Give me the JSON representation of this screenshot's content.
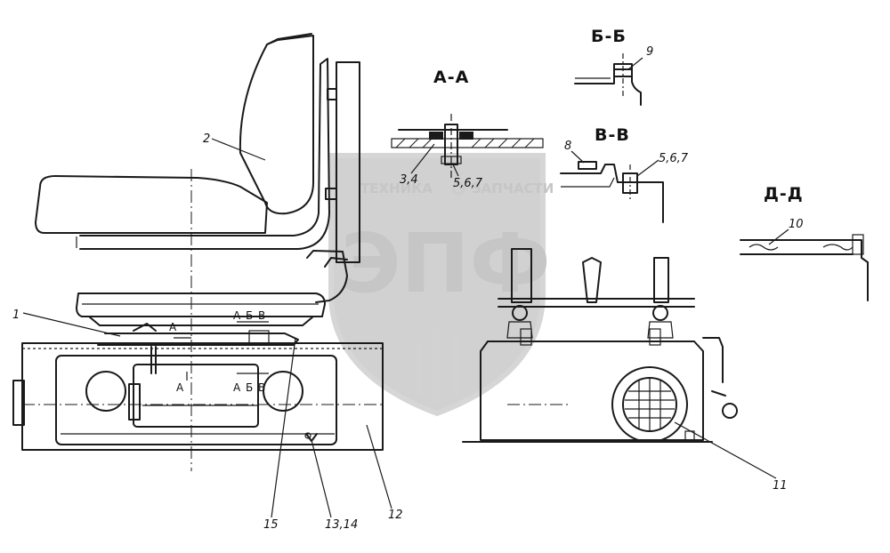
{
  "watermark": {
    "brand": "ЭПФ",
    "left_word": "ТЕХНИКА",
    "right_word": "ЗАПЧАСТИ"
  },
  "sections": {
    "aa": "А-А",
    "bb": "Б-Б",
    "vv": "В-В",
    "dd": "Д-Д"
  },
  "callouts": {
    "c1": "1",
    "c2": "2",
    "c3_4": "3,4",
    "c5_6_7_a": "5,6,7",
    "c5_6_7_b": "5,6,7",
    "c8": "8",
    "c9": "9",
    "c10": "10",
    "c11": "11",
    "c12": "12",
    "c13_14": "13,14",
    "c15": "15"
  },
  "section_marks": {
    "a_top_left": "А",
    "a_top_right": "А",
    "b_top": "Б",
    "v_top": "В",
    "a_bot_left": "А",
    "a_bot_right": "А",
    "b_bot": "Б",
    "v_bot": "В"
  }
}
